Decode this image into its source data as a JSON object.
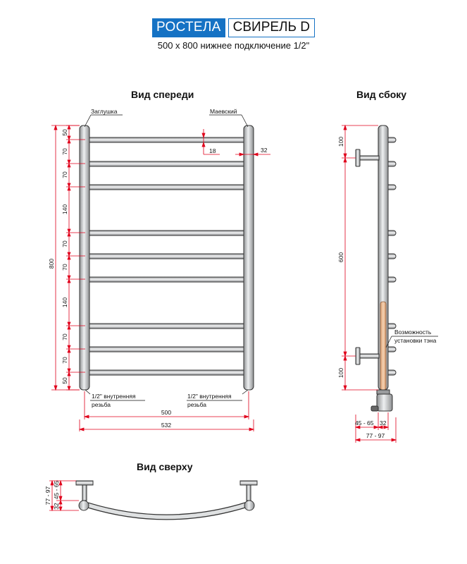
{
  "header": {
    "brand": "РОСТЕЛА",
    "model": "СВИРЕЛЬ D"
  },
  "subtitle": "500 х 800 нижнее подключение 1/2\"",
  "views": {
    "front": "Вид спереди",
    "side": "Вид сбоку",
    "top": "Вид сверху"
  },
  "front": {
    "label_cap": "Заглушка",
    "label_valve": "Маевский",
    "thread_left": [
      "1/2\" внутренняя",
      "резьба"
    ],
    "thread_right": [
      "1/2\" внутренняя",
      "резьба"
    ],
    "height_total": "800",
    "spacing": [
      "50",
      "70",
      "70",
      "140",
      "70",
      "70",
      "140",
      "70",
      "70",
      "50"
    ],
    "bar_diameter": "18",
    "post_diameter": "32",
    "width_center": "500",
    "width_total": "532"
  },
  "side": {
    "dim_top": "100",
    "dim_mid": "600",
    "dim_bottom": "100",
    "heater_note": [
      "Возможность",
      "установки тэна"
    ],
    "dim_depth": "45 - 65",
    "dim_post": "32",
    "dim_total_depth": "77 - 97"
  },
  "top": {
    "dim_total": "77 - 97",
    "dim_offset": "45 - 65",
    "dim_post": "32"
  },
  "colors": {
    "brand_blue": "#1572c4",
    "dimension_red": "#e0001b",
    "metal": "#c9cbcd",
    "heater": "#e8b890"
  }
}
